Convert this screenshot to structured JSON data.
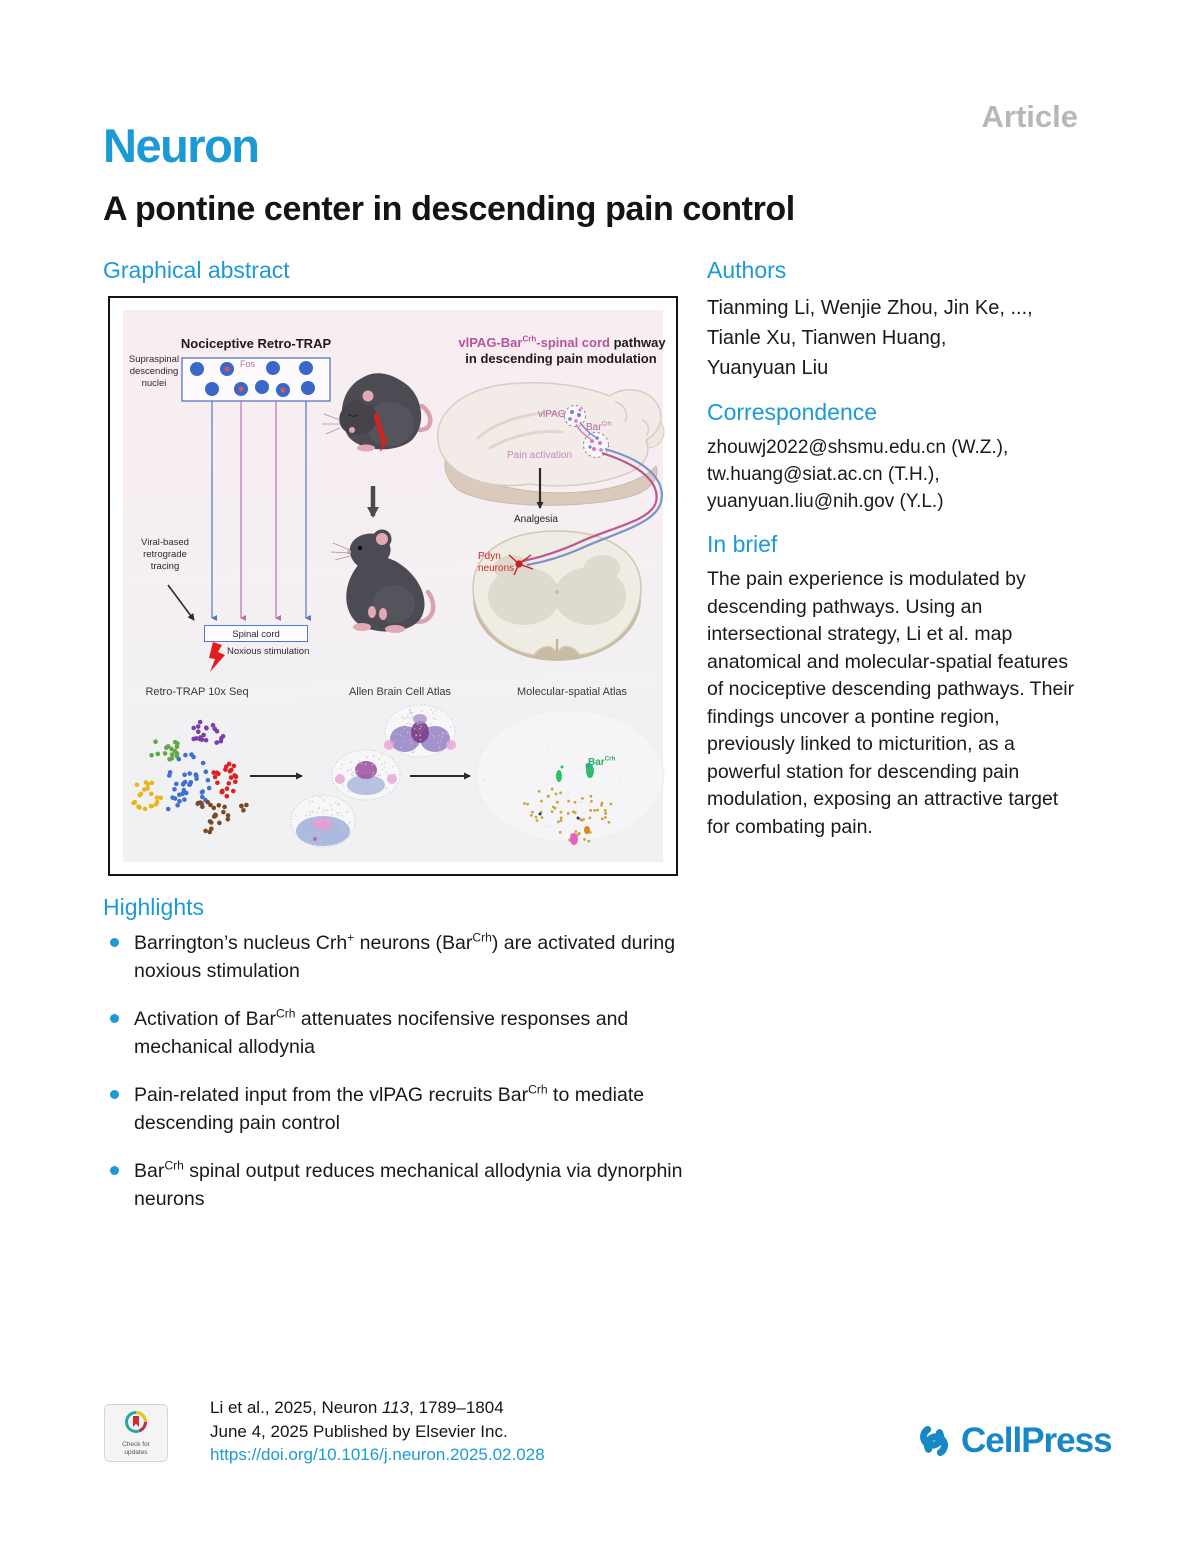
{
  "header": {
    "journal": "Neuron",
    "article_type": "Article"
  },
  "title": "A pontine center in descending pain control",
  "authors": {
    "heading": "Authors",
    "lines": [
      "Tianming Li, Wenjie Zhou, Jin Ke, ...,",
      "Tianle Xu, Tianwen Huang,",
      "Yuanyuan Liu"
    ]
  },
  "correspondence": {
    "heading": "Correspondence",
    "lines": [
      "zhouwj2022@shsmu.edu.cn (W.Z.),",
      "tw.huang@siat.ac.cn (T.H.),",
      "yuanyuan.liu@nih.gov (Y.L.)"
    ]
  },
  "in_brief": {
    "heading": "In brief",
    "text": "The pain experience is modulated by descending pathways. Using an intersectional strategy, Li et al. map anatomical and molecular-spatial features of nociceptive descending pathways. Their findings uncover a pontine region, previously linked to micturition, as a powerful station for descending pain modulation, exposing an attractive target for combating pain."
  },
  "highlights": {
    "heading": "Highlights",
    "items": [
      [
        {
          "t": "Barrington’s nucleus Crh"
        },
        {
          "t": "+",
          "sup": true
        },
        {
          "t": " neurons (Bar"
        },
        {
          "t": "Crh",
          "sup": true
        },
        {
          "t": ") are activated during noxious stimulation"
        }
      ],
      [
        {
          "t": "Activation of Bar"
        },
        {
          "t": "Crh",
          "sup": true
        },
        {
          "t": " attenuates nocifensive responses and mechanical allodynia"
        }
      ],
      [
        {
          "t": "Pain-related input from the vlPAG recruits Bar"
        },
        {
          "t": "Crh",
          "sup": true
        },
        {
          "t": " to mediate descending pain control"
        }
      ],
      [
        {
          "t": "Bar"
        },
        {
          "t": "Crh",
          "sup": true
        },
        {
          "t": " spinal output reduces mechanical allodynia via dynorphin neurons"
        }
      ]
    ]
  },
  "ga": {
    "heading": "Graphical abstract",
    "p1_title": "Nociceptive Retro-TRAP",
    "supraspinal": "Supraspinal\ndescending\nnuclei",
    "fos": "Fos",
    "spinal_cord": "Spinal cord",
    "viral": "Viral-based\nretrograde\ntracing",
    "noxious": "Noxious stimulation",
    "p2_title1": [
      {
        "t": "vlPAG-Bar",
        "c": "pink"
      },
      {
        "t": "Crh",
        "sup": true,
        "c": "pink"
      },
      {
        "t": "-spinal cord",
        "c": "pink"
      },
      {
        "t": " pathway"
      }
    ],
    "p2_title2": "in descending pain modulation",
    "vlpag": "vlPAG",
    "bar": [
      {
        "t": "Bar"
      },
      {
        "t": "Crh",
        "sup": true
      }
    ],
    "pain_activation": "Pain activation",
    "analgesia": "Analgesia",
    "pdyn": "Pdyn\nneurons",
    "seq": "Retro-TRAP 10x Seq",
    "atlas": "Allen Brain Cell Atlas",
    "spatial": "Molecular-spatial Atlas",
    "bar_green": [
      {
        "t": "Bar"
      },
      {
        "t": "Crh",
        "sup": true
      }
    ]
  },
  "figure": {
    "accent_blue": "#1b9ad6",
    "cluster_colors": [
      "#62a844",
      "#7a3fa8",
      "#3f6fd0",
      "#e01f1f",
      "#eab51c",
      "#7c4a22"
    ],
    "spatial_dot": "#c9a43c",
    "fiber_pink": "#c0548f",
    "fiber_blue": "#7a93cc",
    "neuron_blue": "#3a67c9",
    "fos_red": "#d05a5a",
    "bolt_red": "#e11d1d"
  },
  "footer": {
    "citation": [
      {
        "t": "Li et al., 2025, Neuron "
      },
      {
        "t": "113",
        "i": true
      },
      {
        "t": ", 1789–1804"
      }
    ],
    "published": "June 4, 2025 Published by Elsevier Inc.",
    "doi": "https://doi.org/10.1016/j.neuron.2025.02.028",
    "badge": "Check for\nupdates",
    "publisher": "CellPress"
  }
}
